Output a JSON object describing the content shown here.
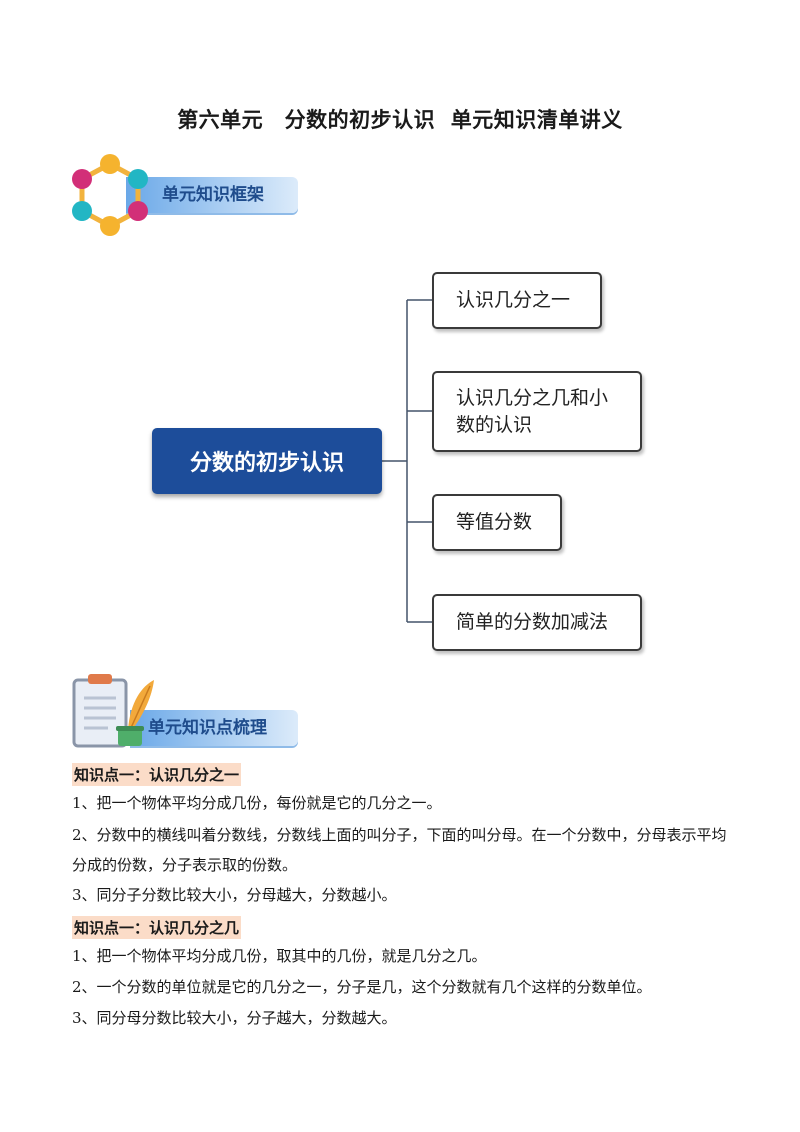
{
  "title": "第六单元　分数的初步认识  单元知识清单讲义",
  "sections": {
    "framework": "单元知识框架",
    "points": "单元知识点梳理"
  },
  "mindmap": {
    "root": "分数的初步认识",
    "branches": [
      "认识几分之一",
      "认识几分之几和小数的认识",
      "等值分数",
      "简单的分数加减法"
    ]
  },
  "knowledge": [
    {
      "label": "知识点一：认识几分之一",
      "items": [
        "1、把一个物体平均分成几份，每份就是它的几分之一。",
        "2、分数中的横线叫着分数线，分数线上面的叫分子，下面的叫分母。在一个分数中，分母表示平均分成的份数，分子表示取的份数。",
        "3、同分子分数比较大小，分母越大，分数越小。"
      ]
    },
    {
      "label": "知识点一：认识几分之几",
      "items": [
        "1、把一个物体平均分成几份，取其中的几份，就是几分之几。",
        "2、一个分数的单位就是它的几分之一，分子是几，这个分数就有几个这样的分数单位。",
        "3、同分母分数比较大小，分子越大，分数越大。"
      ]
    }
  ],
  "colors": {
    "root_fill": "#1d4d9a",
    "section_band": "#6aa8e8",
    "label_highlight": "#fbdcc8"
  }
}
